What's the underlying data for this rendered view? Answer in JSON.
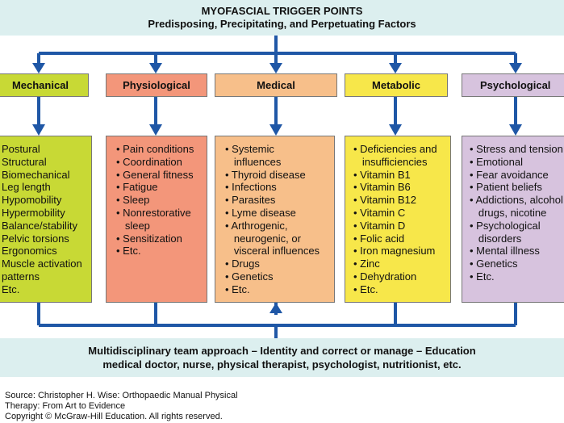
{
  "title": {
    "line1": "MYOFASCIAL TRIGGER POINTS",
    "line2": "Predisposing, Precipitating, and Perpetuating Factors"
  },
  "categories": [
    {
      "header": "Mechanical",
      "items": [
        "Postural",
        "Structural",
        "Biomechanical",
        "Leg length",
        "Hypomobility",
        "Hypermobility",
        "Balance/stability",
        "Pelvic torsions",
        "Ergonomics",
        "Muscle activation",
        "patterns",
        "Etc."
      ]
    },
    {
      "header": "Physiological",
      "items": [
        "• Pain conditions",
        "• Coordination",
        "• General fitness",
        "• Fatigue",
        "• Sleep",
        "• Nonrestorative",
        "   sleep",
        "• Sensitization",
        "• Etc."
      ]
    },
    {
      "header": "Medical",
      "items": [
        "• Systemic",
        "   influences",
        "• Thyroid disease",
        "• Infections",
        "• Parasites",
        "• Lyme disease",
        "• Arthrogenic,",
        "   neurogenic, or",
        "   visceral influences",
        "• Drugs",
        "• Genetics",
        "• Etc."
      ]
    },
    {
      "header": "Metabolic",
      "items": [
        "• Deficiencies and",
        "   insufficiencies",
        "• Vitamin B1",
        "• Vitamin B6",
        "• Vitamin B12",
        "• Vitamin C",
        "• Vitamin D",
        "• Folic acid",
        "• Iron magnesium",
        "• Zinc",
        "• Dehydration",
        "• Etc."
      ]
    },
    {
      "header": "Psychological",
      "items": [
        "• Stress and tension",
        "• Emotional",
        "• Fear avoidance",
        "• Patient beliefs",
        "• Addictions, alcohol,",
        "   drugs, nicotine",
        "• Psychological",
        "   disorders",
        "• Mental illness",
        "• Genetics",
        "• Etc."
      ]
    }
  ],
  "footer_band": {
    "line1": "Multidisciplinary team approach – Identity and correct or manage – Education",
    "line2": "medical doctor, nurse, physical therapist, psychologist, nutritionist, etc."
  },
  "source": {
    "line1": "Source: Christopher H. Wise: Orthopaedic Manual Physical",
    "line2": "Therapy: From Art to Evidence",
    "line3": "Copyright © McGraw-Hill Education. All rights reserved."
  },
  "colors": {
    "band": "#dcefef",
    "arrow": "#1f57a6",
    "mechanical": "#c8d935",
    "physiological": "#f3967a",
    "medical": "#f7bf8a",
    "metabolic": "#f7e74a",
    "psychological": "#d7c3de"
  }
}
